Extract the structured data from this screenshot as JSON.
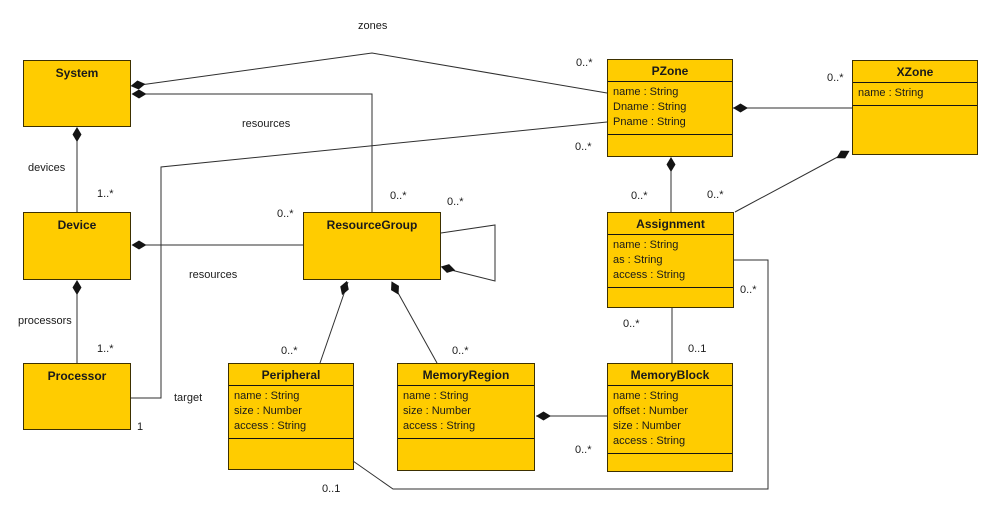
{
  "classes": {
    "system": {
      "name": "System"
    },
    "device": {
      "name": "Device"
    },
    "processor": {
      "name": "Processor"
    },
    "resource_group": {
      "name": "ResourceGroup"
    },
    "peripheral": {
      "name": "Peripheral",
      "attributes": [
        "name : String",
        "size : Number",
        "access : String"
      ]
    },
    "memory_region": {
      "name": "MemoryRegion",
      "attributes": [
        "name : String",
        "size : Number",
        "access : String"
      ]
    },
    "memory_block": {
      "name": "MemoryBlock",
      "attributes": [
        "name : String",
        "offset : Number",
        "size : Number",
        "access : String"
      ]
    },
    "assignment": {
      "name": "Assignment",
      "attributes": [
        "name : String",
        "as : String",
        "access : String"
      ]
    },
    "pzone": {
      "name": "PZone",
      "attributes": [
        "name : String",
        "Dname : String",
        "Pname : String"
      ]
    },
    "xzone": {
      "name": "XZone",
      "attributes": [
        "name : String"
      ]
    }
  },
  "labels": {
    "zones_name": "zones",
    "zones_pzone_mult": "0..*",
    "sys_resources_name": "resources",
    "sys_resources_rg_mult": "0..*",
    "devices_name": "devices",
    "devices_device_mult": "1..*",
    "dev_resources_name": "resources",
    "dev_resources_rg_mult": "0..*",
    "processors_name": "processors",
    "processors_processor_mult": "1..*",
    "target_name": "target",
    "target_processor_mult": "1",
    "target_pzone_mult": "0..*",
    "rg_self_mult": "0..*",
    "rg_peripheral_mult": "0..*",
    "rg_memoryregion_mult": "0..*",
    "mr_memoryblock_mult": "0..*",
    "pz_assignment_mult": "0..*",
    "xz_assignment_mult": "0..*",
    "pz_xzone_mult": "0..*",
    "assign_mb_assignment_mult": "0..*",
    "assign_mb_memoryblock_mult": "0..1",
    "assign_periph_assignment_mult": "0..*",
    "assign_periph_peripheral_mult": "0..1"
  }
}
